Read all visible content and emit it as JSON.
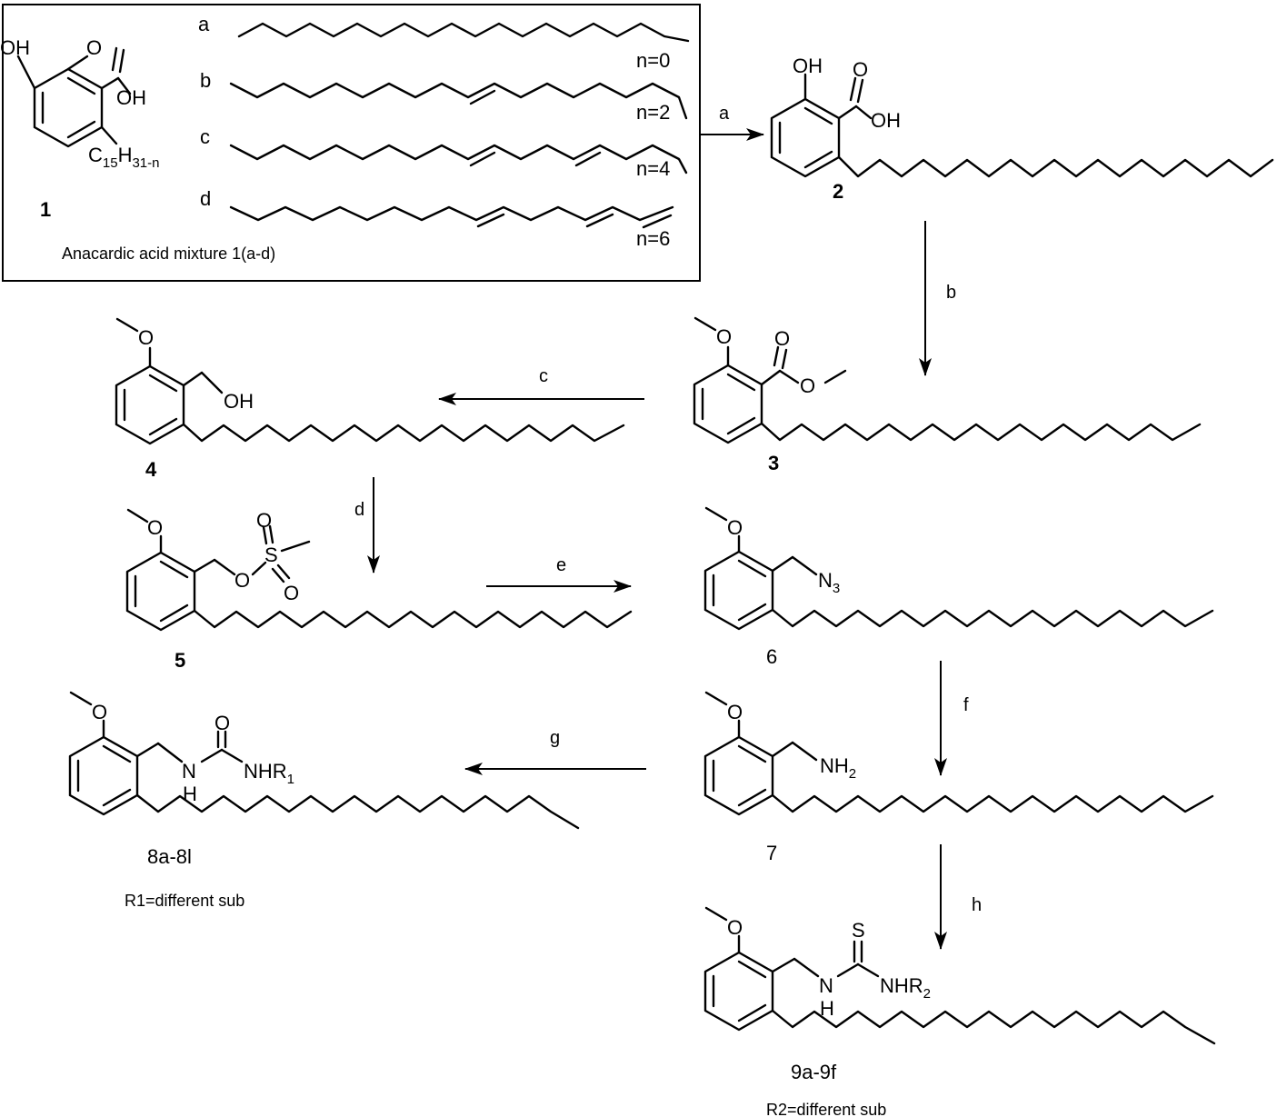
{
  "box": {
    "caption": "Anacardic acid mixture 1(a-d)",
    "compound_label": "1",
    "chain_formula": {
      "c": "C",
      "c_sub": "15",
      "h": "H",
      "h_sub": "31-n"
    },
    "variants": [
      {
        "letter": "a",
        "n_label": "n=0"
      },
      {
        "letter": "b",
        "n_label": "n=2"
      },
      {
        "letter": "c",
        "n_label": "n=4"
      },
      {
        "letter": "d",
        "n_label": "n=6"
      }
    ]
  },
  "atoms": {
    "oh": "OH",
    "o": "O",
    "s": "S",
    "h": "H",
    "n": "N",
    "n3": "N",
    "n3_sub": "3",
    "nh2": "NH",
    "nh2_sub": "2",
    "nhr": "NHR",
    "r1_sub": "1",
    "r2_sub": "2"
  },
  "compounds": {
    "c2": "2",
    "c3": "3",
    "c4": "4",
    "c5": "5",
    "c6": "6",
    "c7": "7",
    "c8": "8a-8l",
    "c9": "9a-9f"
  },
  "notes": {
    "r1": "R1=different sub",
    "r2": "R2=different sub"
  },
  "steps": [
    "a",
    "b",
    "c",
    "d",
    "e",
    "f",
    "g",
    "h"
  ]
}
